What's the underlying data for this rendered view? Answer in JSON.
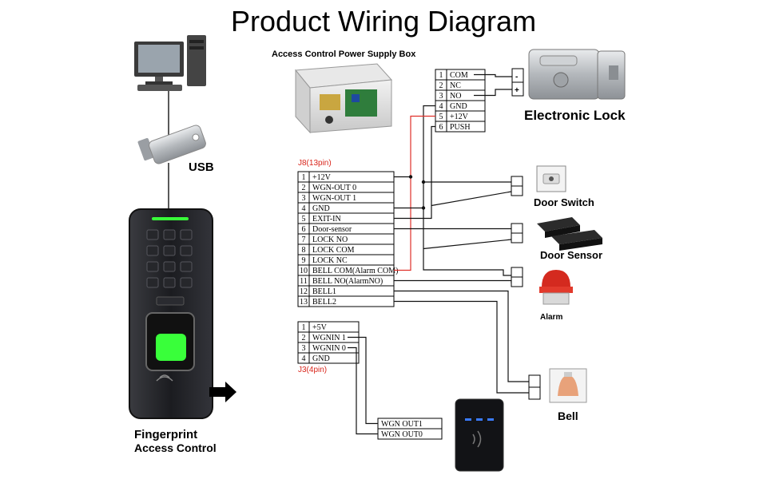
{
  "title": "Product Wiring Diagram",
  "labels": {
    "power_box": "Access Control Power Supply Box",
    "electronic_lock": "Electronic Lock",
    "usb": "USB",
    "j8": "J8(13pin)",
    "j3": "J3(4pin)",
    "door_switch": "Door Switch",
    "door_sensor": "Door Sensor",
    "alarm": "Alarm",
    "bell": "Bell",
    "device_line1": "Fingerprint",
    "device_line2": "Access Control",
    "lock_minus": "-",
    "lock_plus": "+"
  },
  "power_terminals": [
    {
      "num": "1",
      "name": "COM"
    },
    {
      "num": "2",
      "name": "NC"
    },
    {
      "num": "3",
      "name": "NO"
    },
    {
      "num": "4",
      "name": "GND"
    },
    {
      "num": "5",
      "name": "+12V"
    },
    {
      "num": "6",
      "name": "PUSH"
    }
  ],
  "j8_terminals": [
    {
      "num": "1",
      "name": "+12V"
    },
    {
      "num": "2",
      "name": "WGN-OUT 0"
    },
    {
      "num": "3",
      "name": "WGN-OUT 1"
    },
    {
      "num": "4",
      "name": "GND"
    },
    {
      "num": "5",
      "name": "EXIT-IN"
    },
    {
      "num": "6",
      "name": "Door-sensor"
    },
    {
      "num": "7",
      "name": "LOCK NO"
    },
    {
      "num": "8",
      "name": "LOCK COM"
    },
    {
      "num": "9",
      "name": "LOCK NC"
    },
    {
      "num": "10",
      "name": "BELL COM(Alarm COM)"
    },
    {
      "num": "11",
      "name": "BELL NO(AlarmNO)"
    },
    {
      "num": "12",
      "name": "BELL1"
    },
    {
      "num": "13",
      "name": "BELL2"
    }
  ],
  "j3_terminals": [
    {
      "num": "1",
      "name": "+5V"
    },
    {
      "num": "2",
      "name": "WGNIN 1"
    },
    {
      "num": "3",
      "name": "WGNIN 0"
    },
    {
      "num": "4",
      "name": "GND"
    }
  ],
  "reader_terminals": [
    {
      "name": "WGN  OUT1"
    },
    {
      "name": "WGN  OUT0"
    }
  ],
  "colors": {
    "red_wire": "#e0302a",
    "green_led": "#39ff3a",
    "lock_body": "#b9bcc0",
    "device_body": "#1d1e22"
  }
}
